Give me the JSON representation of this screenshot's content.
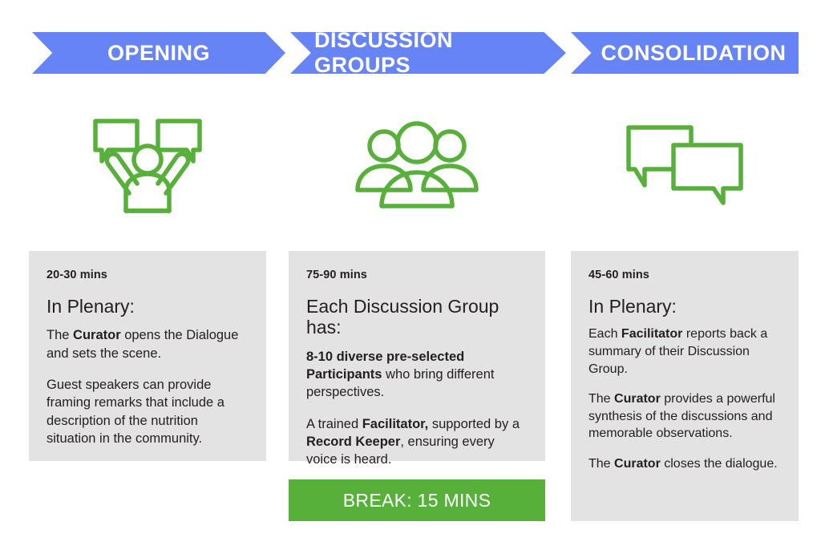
{
  "colors": {
    "banner_blue": "#6684f5",
    "break_green": "#56b03a",
    "icon_green": "#56b03a",
    "card_gray": "#e3e3e3",
    "text_dark": "#231f20",
    "white": "#ffffff"
  },
  "banners": [
    {
      "label": "OPENING",
      "icon": "person-raising-arms-with-speech-bubbles-icon"
    },
    {
      "label": "DISCUSSION GROUPS",
      "icon": "group-of-three-people-icon"
    },
    {
      "label": "CONSOLIDATION",
      "icon": "two-speech-bubbles-icon"
    }
  ],
  "columns": [
    {
      "duration": "20-30 mins",
      "heading": "In Plenary:",
      "paragraphs": [
        [
          {
            "text": "The "
          },
          {
            "text": "Curator",
            "bold": true
          },
          {
            "text": " opens the Dialogue and sets the scene."
          }
        ],
        [
          {
            "text": "Guest speakers can provide framing remarks that include a description of the nutrition situation in the community."
          }
        ]
      ]
    },
    {
      "duration": "75-90 mins",
      "heading": "Each Discussion Group has:",
      "paragraphs": [
        [
          {
            "text": "8-10 diverse pre-selected Participants",
            "bold": true
          },
          {
            "text": " who bring different perspectives."
          }
        ],
        [
          {
            "text": "A trained "
          },
          {
            "text": "Facilitator,",
            "bold": true
          },
          {
            "text": " supported by a "
          },
          {
            "text": "Record Keeper",
            "bold": true
          },
          {
            "text": ", ensuring every voice is heard."
          }
        ]
      ]
    },
    {
      "duration": "45-60 mins",
      "heading": "In Plenary:",
      "paragraphs": [
        [
          {
            "text": "Each "
          },
          {
            "text": "Facilitator",
            "bold": true
          },
          {
            "text": " reports back a summary of their Discussion Group."
          }
        ],
        [
          {
            "text": "The "
          },
          {
            "text": "Curator",
            "bold": true
          },
          {
            "text": " provides a powerful synthesis of the discussions and memorable observations."
          }
        ],
        [
          {
            "text": "The "
          },
          {
            "text": "Curator",
            "bold": true
          },
          {
            "text": " closes the dialogue."
          }
        ]
      ]
    }
  ],
  "break_bar": {
    "label": "BREAK: 15 MINS"
  }
}
